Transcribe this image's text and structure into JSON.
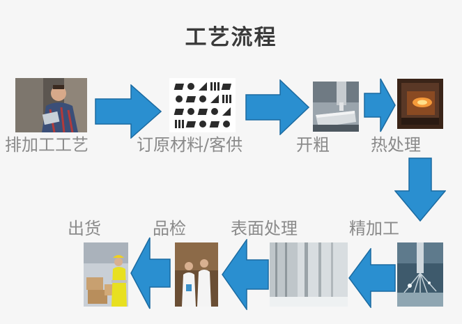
{
  "title": "工艺流程",
  "steps": [
    {
      "label": "排加工工艺"
    },
    {
      "label": "订原材料/客供"
    },
    {
      "label": "开粗"
    },
    {
      "label": "热处理"
    },
    {
      "label": "精加工"
    },
    {
      "label": "表面处理"
    },
    {
      "label": "品检"
    },
    {
      "label": "出货"
    }
  ],
  "colors": {
    "arrow": "#2a8fd0",
    "arrow_edge": "#1b6aa0",
    "label": "#8a8a8a",
    "title": "#3a3a3a"
  }
}
